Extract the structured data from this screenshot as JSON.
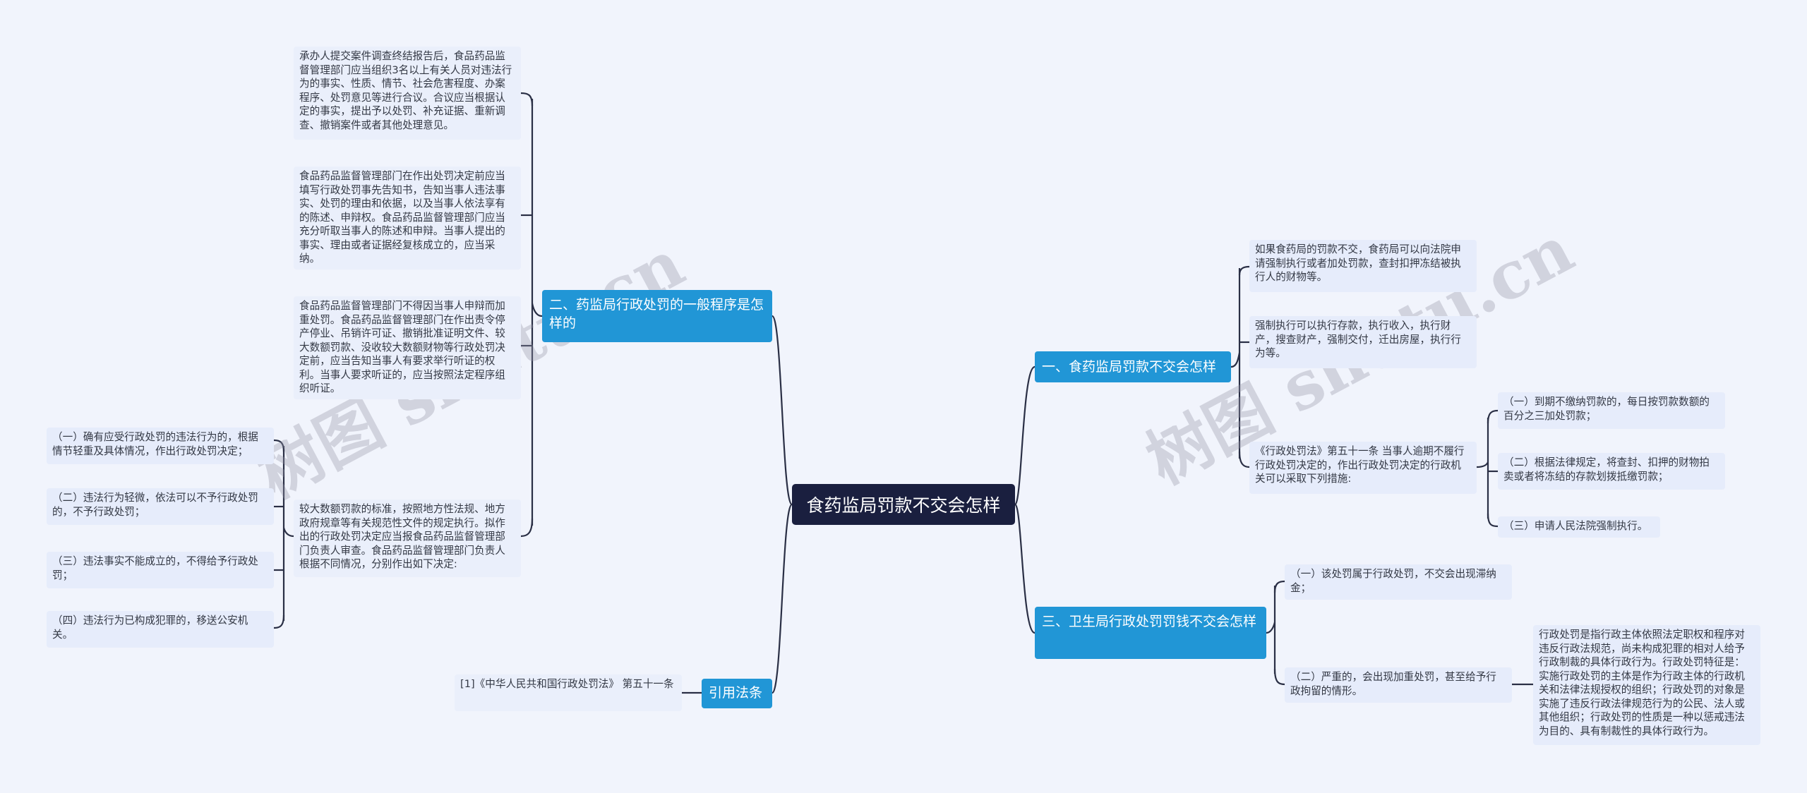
{
  "root": {
    "label": "食药监局罚款不交会怎样"
  },
  "branches": {
    "b1": {
      "label": "一、食药监局罚款不交会怎样"
    },
    "b2": {
      "label": "二、药监局行政处罚的一般程序是怎样的"
    },
    "b3": {
      "label": "三、卫生局行政处罚罚钱不交会怎样"
    },
    "b4": {
      "label": "引用法条"
    }
  },
  "b1_children": {
    "c1": "如果食药局的罚款不交，食药局可以向法院申请强制执行或者加处罚款，查封扣押冻结被执行人的财物等。",
    "c2": "强制执行可以执行存款，执行收入，执行财产，搜查财产，强制交付，迁出房屋，执行行为等。",
    "c3": "《行政处罚法》第五十一条 当事人逾期不履行行政处罚决定的，作出行政处罚决定的行政机关可以采取下列措施:",
    "c3_children": [
      "（一）到期不缴纳罚款的，每日按罚款数额的百分之三加处罚款；",
      "（二）根据法律规定，将查封、扣押的财物拍卖或者将冻结的存款划拨抵缴罚款；",
      "（三）申请人民法院强制执行。"
    ]
  },
  "b2_children": {
    "c1": "承办人提交案件调查终结报告后，食品药品监督管理部门应当组织3名以上有关人员对违法行为的事实、性质、情节、社会危害程度、办案程序、处罚意见等进行合议。合议应当根据认定的事实，提出予以处罚、补充证据、重新调查、撤销案件或者其他处理意见。",
    "c2": "食品药品监督管理部门在作出处罚决定前应当填写行政处罚事先告知书，告知当事人违法事实、处罚的理由和依据，以及当事人依法享有的陈述、申辩权。食品药品监督管理部门应当充分听取当事人的陈述和申辩。当事人提出的事实、理由或者证据经复核成立的，应当采纳。",
    "c3": "食品药品监督管理部门不得因当事人申辩而加重处罚。食品药品监督管理部门在作出责令停产停业、吊销许可证、撤销批准证明文件、较大数额罚款、没收较大数额财物等行政处罚决定前，应当告知当事人有要求举行听证的权利。当事人要求听证的，应当按照法定程序组织听证。",
    "c4": "较大数额罚款的标准，按照地方性法规、地方政府规章等有关规范性文件的规定执行。拟作出的行政处罚决定应当报食品药品监督管理部门负责人审查。食品药品监督管理部门负责人根据不同情况，分别作出如下决定:",
    "c4_children": [
      "（一）确有应受行政处罚的违法行为的，根据情节轻重及具体情况，作出行政处罚决定；",
      "（二）违法行为轻微，依法可以不予行政处罚的，不予行政处罚；",
      "（三）违法事实不能成立的，不得给予行政处罚；",
      "（四）违法行为已构成犯罪的，移送公安机关。"
    ]
  },
  "b3_children": {
    "c1": "（一）该处罚属于行政处罚，不交会出现滞纳金；",
    "c2": "（二）严重的，会出现加重处罚，甚至给予行政拘留的情形。",
    "c2_child": "行政处罚是指行政主体依照法定职权和程序对违反行政法规范，尚未构成犯罪的相对人给予行政制裁的具体行政行为。行政处罚特征是：实施行政处罚的主体是作为行政主体的行政机关和法律法规授权的组织；行政处罚的对象是实施了违反行政法律规范行为的公民、法人或其他组织；行政处罚的性质是一种以惩戒违法为目的、具有制裁性的具体行政行为。"
  },
  "b4_children": {
    "c1": "[1]《中华人民共和国行政处罚法》 第五十一条"
  },
  "watermarks": [
    "树图 shutu.cn",
    "树图 shutu.cn"
  ]
}
